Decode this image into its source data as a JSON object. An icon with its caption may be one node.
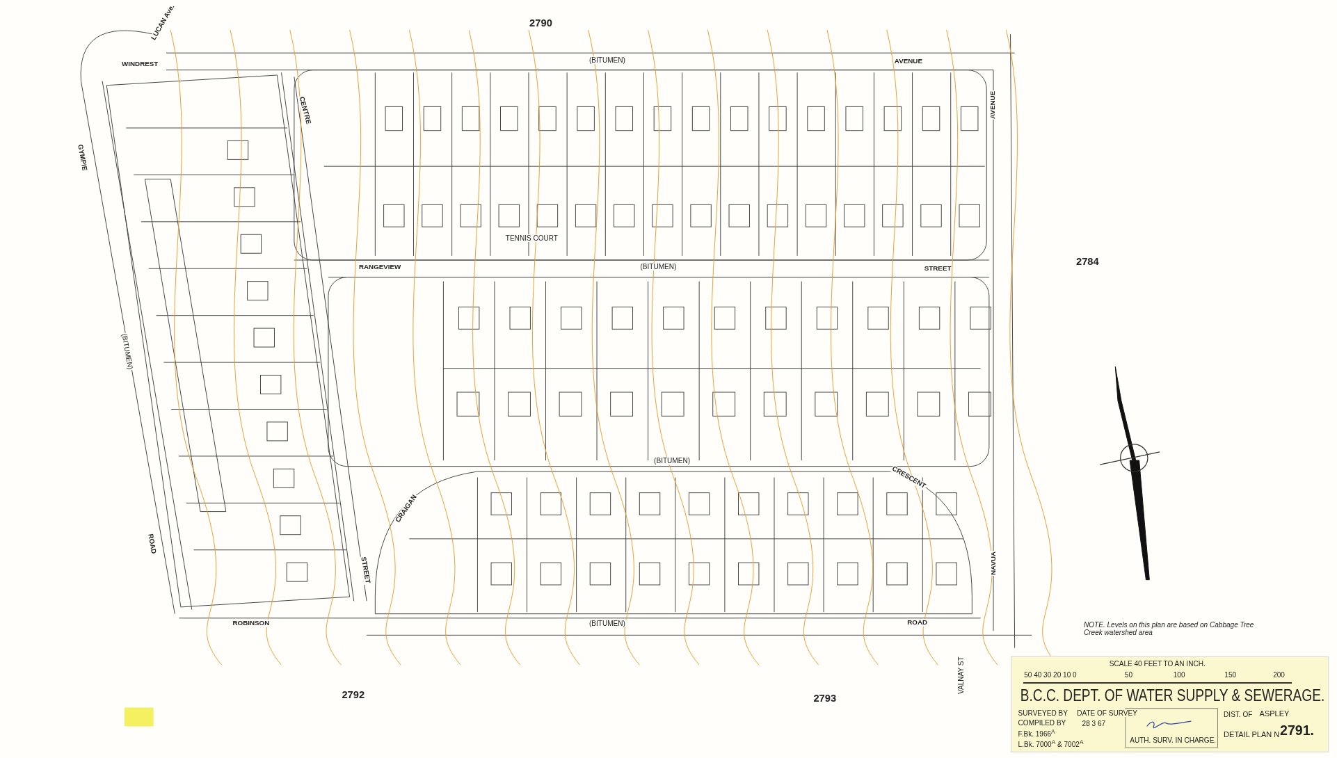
{
  "diagram": {
    "title": "B.C.C. DEPT. OF WATER SUPPLY & SEWERAGE.",
    "labels": [
      "2790",
      "LUCAN Ave.",
      "WINDREST",
      "(BITUMEN)",
      "AVENUE",
      "GYMPIE",
      "CENTRE",
      "AVENUE",
      "TENNIS COURT",
      "RANGEVIEW",
      "(BITUMEN)",
      "STREET",
      "2784",
      "(BITUMEN)",
      "CRESCENT",
      "(BITUMEN)",
      "CRAIGAN",
      "ROAD",
      "STREET",
      "NAVUA",
      "ROBINSON",
      "(BITUMEN)",
      "ROAD",
      "VALNAY ST",
      "2792",
      "2793",
      "NOTE. Levels on this plan are based on Cabbage Tree Creek watershed area",
      "SCALE 40 FEET TO AN INCH.",
      "50 40 30 20 10 0",
      "50",
      "100",
      "150",
      "200",
      "SURVEYED BY",
      "COMPILED BY",
      "DATE OF SURVEY",
      "28 3 67",
      "F.Bk. 1966$^{A}$",
      "L.Bk. 7000$^{A}$ & 7002$^{A}$",
      "AUTH. SURV. IN CHARGE.",
      "DIST. OF",
      "ASPLEY",
      "DETAIL PLAN N$^{o}$",
      "2791."
    ]
  }
}
